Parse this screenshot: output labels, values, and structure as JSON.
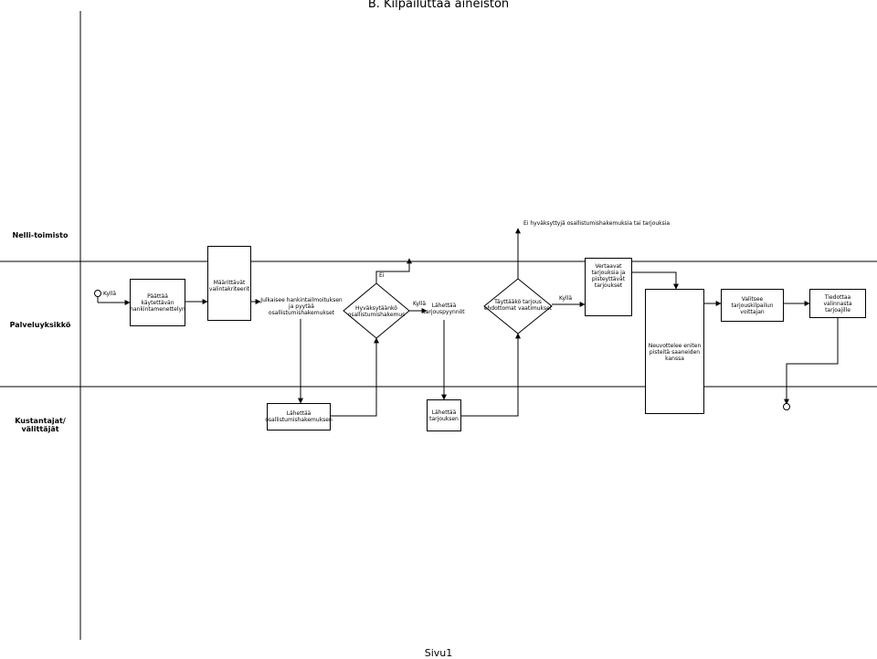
{
  "title": "B. Kilpailuttaa aineiston",
  "footer": "Sivu1",
  "lanes": {
    "nelli": "Nelli-toimisto",
    "palvelu": "Palveluyksikkö",
    "kustantajat": "Kustantajat/ välittäjät"
  },
  "labels": {
    "ei_top": "Ei hyväksyttyjä osallistumishakemuksia tai tarjouksia",
    "kylla_start": "Kyllä",
    "ei_decision1": "Ei",
    "kylla_decision1": "Kyllä",
    "kylla_decision2": "Kyllä"
  },
  "nodes": {
    "paattaa": "Päättää käytettävän\nhankintamenettelyn",
    "maarittavat": "Määrittävät\nvalintakriteerit",
    "julkaisee": "Julkaisee hankintailmoituksen\nja pyytää\nosallistumishakemukset",
    "hyvaksytaanko": "Hyväksytäänkö\nosallistumishakemus",
    "lahettaa_pyynnot": "Lähettää\ntarjouspyynnöt",
    "tayttaako": "Täyttääkö tarjous\nehdottomat vaatimukset",
    "vertaavat": "Vertaavat\ntarjouksia ja\npisteyttävät\ntarjoukset",
    "valitsee": "Valitsee\ntarjouskilpailun\nvoittajan",
    "tiedottaa": "Tiedottaa valinnasta\ntarjoajille",
    "neuvottelee": "Neuvottelee eniten\npisteitä saaneiden\nkanssa",
    "lahettaa_hakemuksen": "Lähettää\nosallistumishakemuksen",
    "lahettaa_tarjouksen": "Lähettää\ntarjouksen"
  }
}
